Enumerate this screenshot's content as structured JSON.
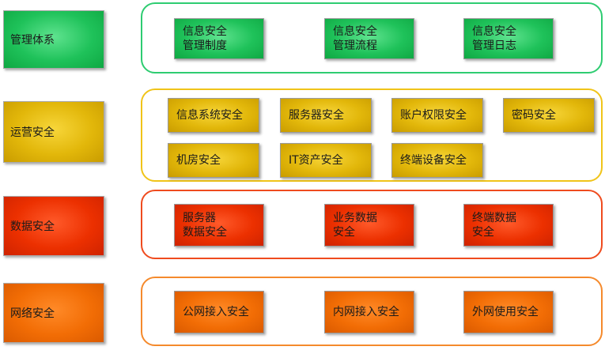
{
  "rows": [
    {
      "category": "管理体系",
      "items": [
        "信息安全\n管理制度",
        "信息安全\n管理流程",
        "信息安全\n管理日志"
      ],
      "color": "#1fc25a",
      "border_color": "#2ecc71"
    },
    {
      "category": "运营安全",
      "items": [
        "信息系统安全",
        "服务器安全",
        "账户权限安全",
        "密码安全",
        "机房安全",
        "IT资产安全",
        "终端设备安全"
      ],
      "color": "#e2b70a",
      "border_color": "#f0c419"
    },
    {
      "category": "数据安全",
      "items": [
        "服务器\n数据安全",
        "业务数据\n安全",
        "终端数据\n安全"
      ],
      "color": "#ec3000",
      "border_color": "#ef4b1e"
    },
    {
      "category": "网络安全",
      "items": [
        "公网接入安全",
        "内网接入安全",
        "外网使用安全"
      ],
      "color": "#f26d05",
      "border_color": "#f58a2c"
    }
  ]
}
